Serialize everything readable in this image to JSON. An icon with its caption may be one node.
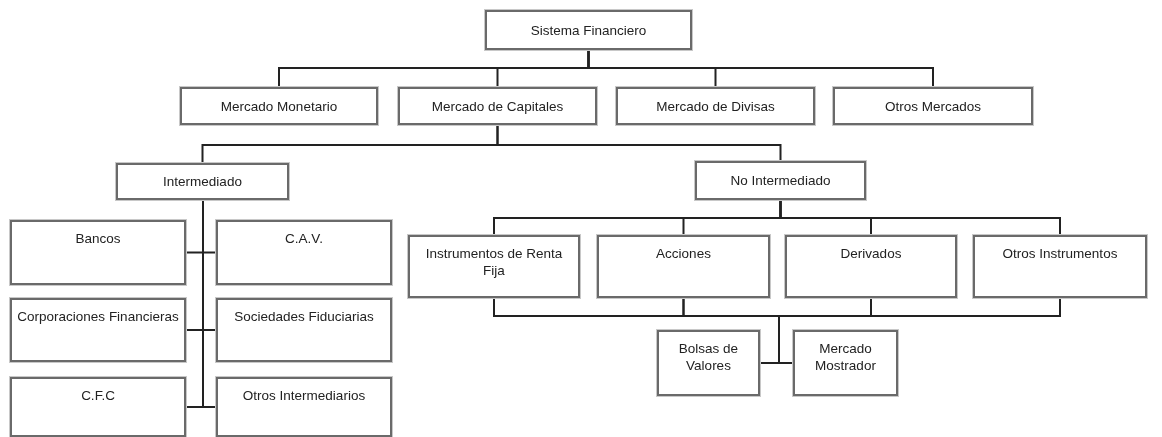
{
  "diagram": {
    "nodes": [
      {
        "text": [
          "Sistema Financiero"
        ]
      },
      {
        "text": [
          "Mercado Monetario"
        ]
      },
      {
        "text": [
          "Mercado de Capitales"
        ]
      },
      {
        "text": [
          "Mercado de Divisas"
        ]
      },
      {
        "text": [
          "Otros Mercados"
        ]
      },
      {
        "text": [
          "Intermediado"
        ]
      },
      {
        "text": [
          "No Intermediado"
        ]
      },
      {
        "text": [
          "Bancos"
        ]
      },
      {
        "text": [
          "C.A.V."
        ]
      },
      {
        "text": [
          "Corporaciones Financieras"
        ]
      },
      {
        "text": [
          "Sociedades Fiduciarias"
        ]
      },
      {
        "text": [
          "C.F.C"
        ]
      },
      {
        "text": [
          "Otros Intermediarios"
        ]
      },
      {
        "text": [
          "Instrumentos de Renta Fija"
        ]
      },
      {
        "text": [
          "Acciones"
        ]
      },
      {
        "text": [
          "Derivados"
        ]
      },
      {
        "text": [
          "Otros Instrumentos"
        ]
      },
      {
        "text": [
          "Bolsas de Valores"
        ]
      },
      {
        "text": [
          "Mercado Mostrador"
        ]
      }
    ],
    "edges": [
      {
        "from": 0,
        "to": 1,
        "arrow": "none"
      },
      {
        "from": 0,
        "to": 2,
        "arrow": "none"
      },
      {
        "from": 0,
        "to": 3,
        "arrow": "none"
      },
      {
        "from": 0,
        "to": 4,
        "arrow": "none"
      },
      {
        "from": 2,
        "to": 5,
        "arrow": "none"
      },
      {
        "from": 2,
        "to": 6,
        "arrow": "none"
      },
      {
        "from": 5,
        "to": 7,
        "arrow": "none"
      },
      {
        "from": 5,
        "to": 8,
        "arrow": "none"
      },
      {
        "from": 5,
        "to": 9,
        "arrow": "none"
      },
      {
        "from": 5,
        "to": 10,
        "arrow": "none"
      },
      {
        "from": 5,
        "to": 11,
        "arrow": "none"
      },
      {
        "from": 5,
        "to": 12,
        "arrow": "none"
      },
      {
        "from": 6,
        "to": 13,
        "arrow": "none"
      },
      {
        "from": 6,
        "to": 14,
        "arrow": "none"
      },
      {
        "from": 6,
        "to": 15,
        "arrow": "none"
      },
      {
        "from": 6,
        "to": 16,
        "arrow": "none"
      },
      {
        "from": 13,
        "to": 17,
        "arrow": "none"
      },
      {
        "from": 13,
        "to": 18,
        "arrow": "none"
      },
      {
        "from": 14,
        "to": 17,
        "arrow": "none"
      },
      {
        "from": 14,
        "to": 18,
        "arrow": "none"
      },
      {
        "from": 15,
        "to": 17,
        "arrow": "none"
      },
      {
        "from": 15,
        "to": 18,
        "arrow": "none"
      },
      {
        "from": 16,
        "to": 17,
        "arrow": "none"
      },
      {
        "from": 16,
        "to": 18,
        "arrow": "none"
      }
    ]
  }
}
